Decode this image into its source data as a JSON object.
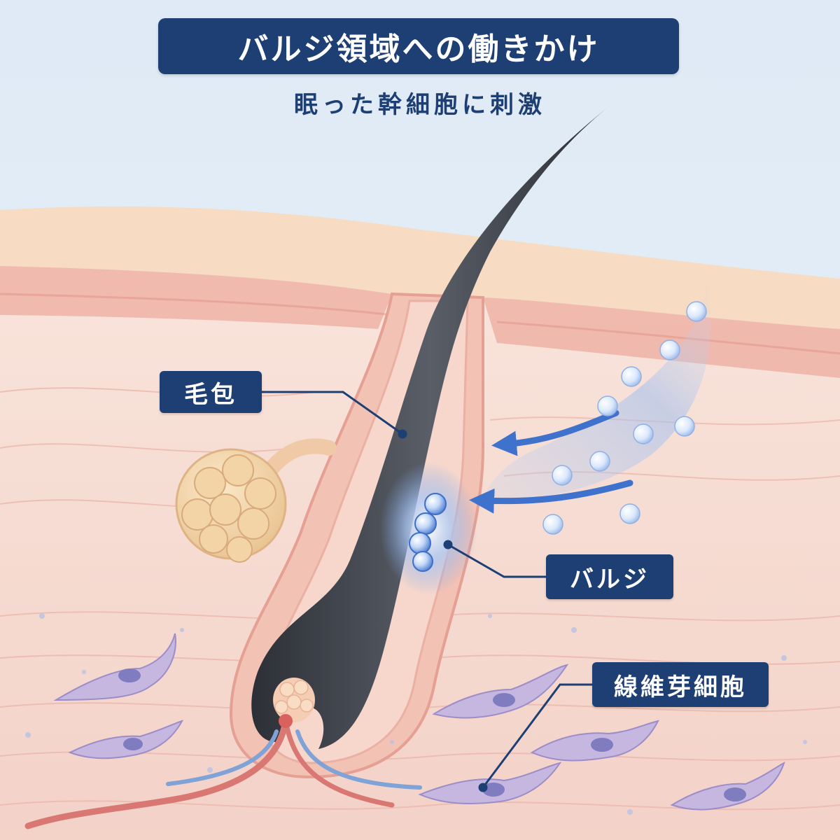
{
  "title": "バルジ領域への働きかけ",
  "subtitle": "眠った幹細胞に刺激",
  "labels": {
    "hair_follicle": "毛包",
    "bulge": "バルジ",
    "fibroblast": "線維芽細胞"
  },
  "colors": {
    "title_bg": "#1d3f74",
    "sky": "#e4eef8",
    "epidermis": "#f3cfbf",
    "dermis": "#f7dfd5",
    "hair": "#3a3d44",
    "glow": "#5b8fe0",
    "fibroblast": "#b9a8d6"
  }
}
